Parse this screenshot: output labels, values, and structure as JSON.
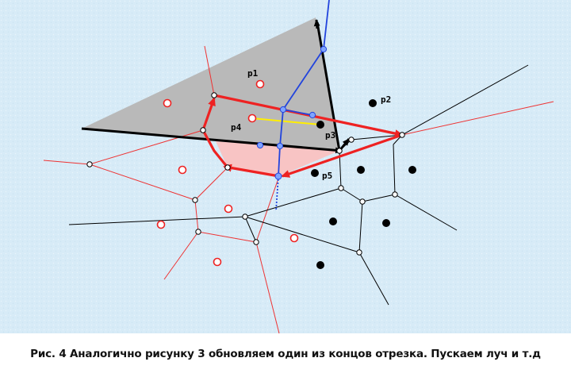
{
  "caption": "Рис. 4 Аналогично рисунку 3 обновляем один из концов отрезка. Пускаем луч и т.д",
  "labels": {
    "p1": "p1",
    "p2": "p2",
    "p3": "p3",
    "p4": "p4",
    "p5": "p5"
  },
  "colors": {
    "background": "#d9ecf7",
    "triangle": "#b9b9b9",
    "pink_fill": "#f8c4c4",
    "red_path": "#ee2222",
    "blue_ray": "#2244dd",
    "yellow_segment": "#ffee00",
    "black": "#000000",
    "thin_red": "#ee3333"
  }
}
